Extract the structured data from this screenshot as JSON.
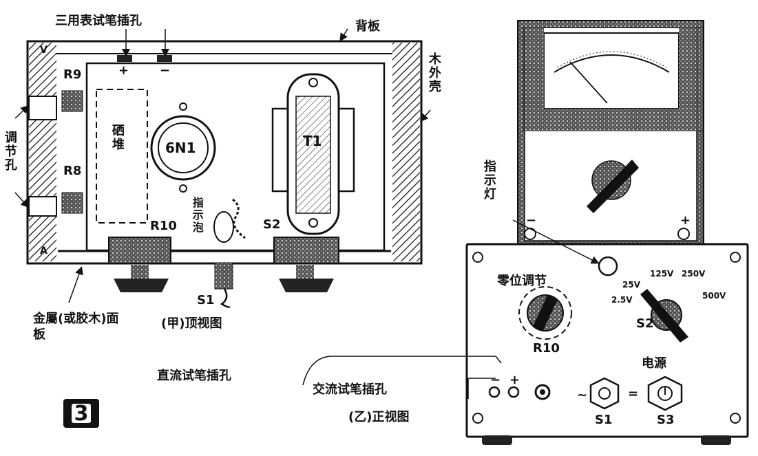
{
  "top_view": {
    "caption": "(甲)顶视图",
    "label_test_jacks": "三用表试笔插孔",
    "plus": "+",
    "minus": "−",
    "label_back_plate": "背板",
    "label_wood_case": "木外壳",
    "label_adjust_hole": "调节孔",
    "label_panel": "金屬(或胶木)面板",
    "R9": "R9",
    "R8": "R8",
    "R10": "R10",
    "S2": "S2",
    "S1": "S1",
    "battery": "硒堆",
    "tube": "6N1",
    "transformer": "T1",
    "lamp": "指示泡",
    "corner_mark": "V",
    "corner_mark_b": "A"
  },
  "front_view": {
    "caption": "(乙)正视图",
    "indicator_lamp": "指示灯",
    "zero_adjust": "零位调节",
    "R10": "R10",
    "S2": "S2",
    "S1": "S1",
    "S3": "S3",
    "power": "电源",
    "range_25": "25V",
    "range_125": "125V",
    "range_250": "250V",
    "range_2_5": "2.5V",
    "range_500": "500V",
    "dc_jack": "直流试笔插孔",
    "ac_jack": "交流试笔插孔",
    "minus": "−",
    "plus": "+",
    "jack_minus": "−",
    "jack_plus": "+",
    "tilde": "~",
    "equals": "="
  },
  "figure_number": "3"
}
